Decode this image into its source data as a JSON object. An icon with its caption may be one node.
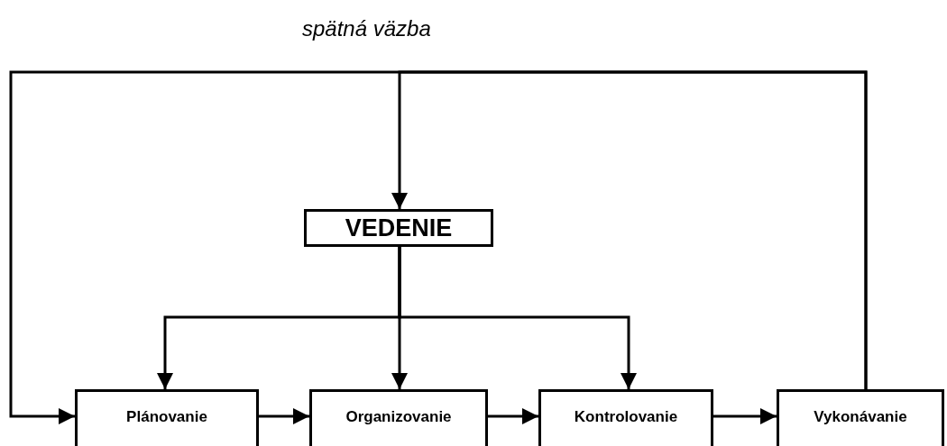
{
  "diagram": {
    "nodes": [
      {
        "text": [
          "VEDENIE"
        ]
      },
      {
        "text": [
          "Plánovanie"
        ]
      },
      {
        "text": [
          "Organizovanie"
        ]
      },
      {
        "text": [
          "Kontrolovanie"
        ]
      },
      {
        "text": [
          "Vykonávanie"
        ]
      }
    ],
    "edges": [
      {
        "from": 4,
        "to": 0,
        "arrow": "to"
      },
      {
        "from": 4,
        "to": 1,
        "arrow": "to"
      },
      {
        "from": 0,
        "to": 1,
        "arrow": "to"
      },
      {
        "from": 0,
        "to": 2,
        "arrow": "to"
      },
      {
        "from": 0,
        "to": 3,
        "arrow": "to"
      },
      {
        "from": 1,
        "to": 2,
        "arrow": "to"
      },
      {
        "from": 2,
        "to": 3,
        "arrow": "to"
      },
      {
        "from": 3,
        "to": 4,
        "arrow": "to"
      }
    ],
    "labels": [
      "spätná väzba"
    ]
  }
}
